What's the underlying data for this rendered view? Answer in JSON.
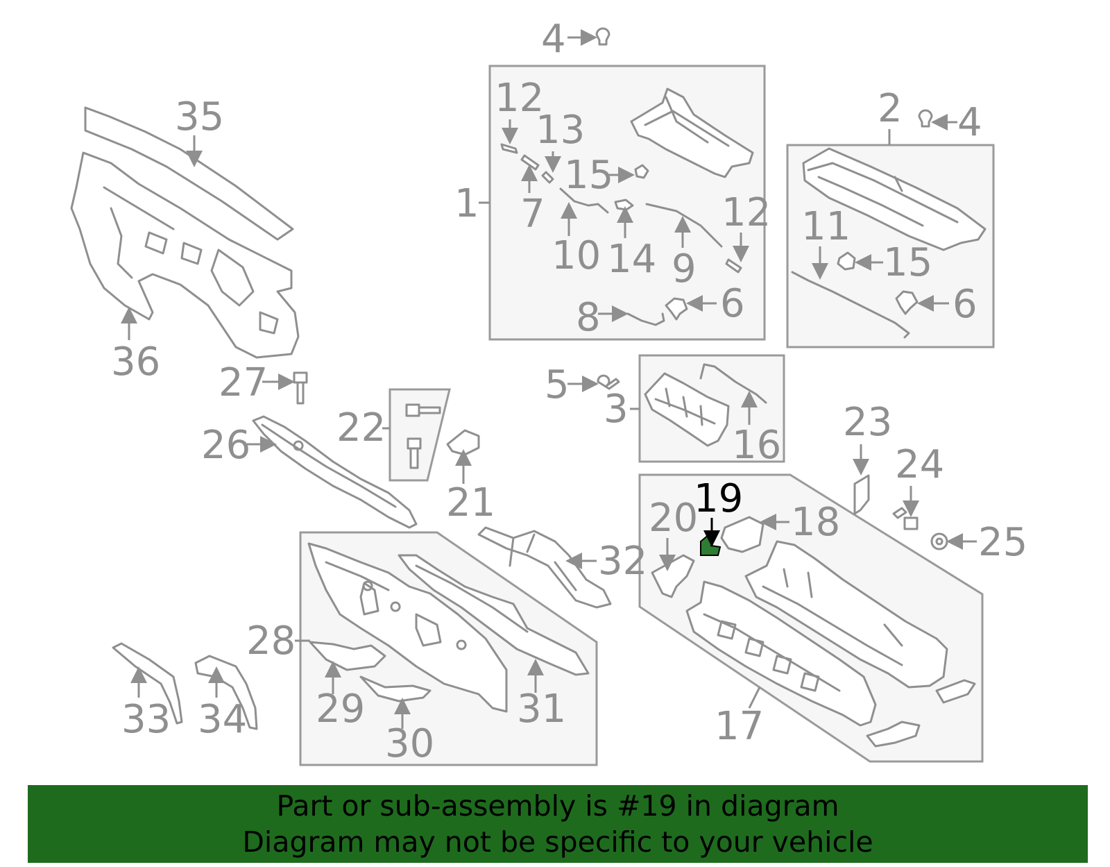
{
  "callouts": {
    "c1": "1",
    "c2": "2",
    "c3": "3",
    "c4a": "4",
    "c4b": "4",
    "c5": "5",
    "c6a": "6",
    "c6b": "6",
    "c7": "7",
    "c8": "8",
    "c9": "9",
    "c10": "10",
    "c11": "11",
    "c12a": "12",
    "c12b": "12",
    "c13": "13",
    "c14": "14",
    "c15a": "15",
    "c15b": "15",
    "c16": "16",
    "c17": "17",
    "c18": "18",
    "c19": "19",
    "c20": "20",
    "c21": "21",
    "c22": "22",
    "c23": "23",
    "c24": "24",
    "c25": "25",
    "c26": "26",
    "c27": "27",
    "c28": "28",
    "c29": "29",
    "c30": "30",
    "c31": "31",
    "c32": "32",
    "c33": "33",
    "c34": "34",
    "c35": "35",
    "c36": "36"
  },
  "highlight": {
    "part_number": "19",
    "color": "#1e6b1e"
  },
  "banner": {
    "background": "#1e6b1e",
    "line1": "Part or sub-assembly is #19 in diagram",
    "line2": "Diagram may not be specific to your vehicle"
  }
}
